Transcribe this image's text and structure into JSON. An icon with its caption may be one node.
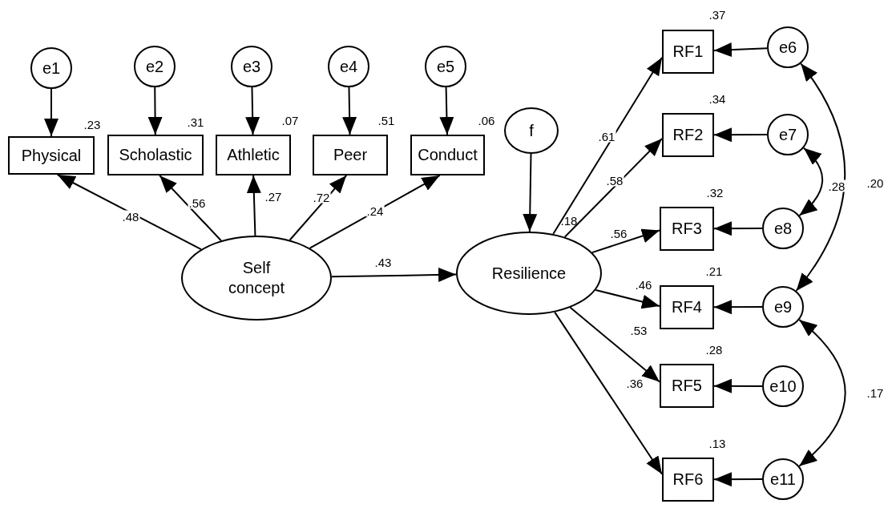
{
  "diagram": {
    "nodes": [
      {
        "text": [
          "e1"
        ]
      },
      {
        "text": [
          "e2"
        ]
      },
      {
        "text": [
          "e3"
        ]
      },
      {
        "text": [
          "e4"
        ]
      },
      {
        "text": [
          "e5"
        ]
      },
      {
        "text": [
          "Physical"
        ],
        "beside": [
          ".23"
        ]
      },
      {
        "text": [
          "Scholastic"
        ],
        "beside": [
          ".31"
        ]
      },
      {
        "text": [
          "Athletic"
        ],
        "beside": [
          ".07"
        ]
      },
      {
        "text": [
          "Peer"
        ],
        "beside": [
          ".51"
        ]
      },
      {
        "text": [
          "Conduct"
        ],
        "beside": [
          ".06"
        ]
      },
      {
        "text": [
          "Self concept"
        ]
      },
      {
        "text": [
          "f"
        ]
      },
      {
        "text": [
          "Resilience"
        ],
        "beside": [
          ".18"
        ]
      },
      {
        "text": [
          "RF1"
        ],
        "beside": [
          ".37"
        ]
      },
      {
        "text": [
          "e6"
        ]
      },
      {
        "text": [
          "RF2"
        ],
        "beside": [
          ".34"
        ]
      },
      {
        "text": [
          "e7"
        ]
      },
      {
        "text": [
          "RF3"
        ],
        "beside": [
          ".32"
        ]
      },
      {
        "text": [
          "e8"
        ]
      },
      {
        "text": [
          "RF4"
        ],
        "beside": [
          ".21"
        ]
      },
      {
        "text": [
          "e9"
        ]
      },
      {
        "text": [
          "RF5"
        ],
        "beside": [
          ".28"
        ]
      },
      {
        "text": [
          "e10"
        ]
      },
      {
        "text": [
          "RF6"
        ],
        "beside": [
          ".13"
        ]
      },
      {
        "text": [
          "e11"
        ]
      }
    ],
    "edges": [
      {
        "from": 0,
        "to": 5,
        "arrow": "to"
      },
      {
        "from": 1,
        "to": 6,
        "arrow": "to"
      },
      {
        "from": 2,
        "to": 7,
        "arrow": "to"
      },
      {
        "from": 3,
        "to": 8,
        "arrow": "to"
      },
      {
        "from": 4,
        "to": 9,
        "arrow": "to"
      },
      {
        "from": 10,
        "to": 5,
        "arrow": "to",
        "label": ".48"
      },
      {
        "from": 10,
        "to": 6,
        "arrow": "to",
        "label": ".56"
      },
      {
        "from": 10,
        "to": 7,
        "arrow": "to",
        "label": ".27"
      },
      {
        "from": 10,
        "to": 8,
        "arrow": "to",
        "label": ".72"
      },
      {
        "from": 10,
        "to": 9,
        "arrow": "to",
        "label": ".24"
      },
      {
        "from": 10,
        "to": 12,
        "arrow": "to",
        "label": ".43"
      },
      {
        "from": 11,
        "to": 12,
        "arrow": "to"
      },
      {
        "from": 12,
        "to": 13,
        "arrow": "to",
        "label": ".61"
      },
      {
        "from": 12,
        "to": 15,
        "arrow": "to",
        "label": ".58"
      },
      {
        "from": 12,
        "to": 17,
        "arrow": "to",
        "label": ".56"
      },
      {
        "from": 12,
        "to": 19,
        "arrow": "to",
        "label": ".46"
      },
      {
        "from": 12,
        "to": 21,
        "arrow": "to",
        "label": ".53"
      },
      {
        "from": 12,
        "to": 23,
        "arrow": "to",
        "label": ".36"
      },
      {
        "from": 14,
        "to": 13,
        "arrow": "to"
      },
      {
        "from": 16,
        "to": 15,
        "arrow": "to"
      },
      {
        "from": 18,
        "to": 17,
        "arrow": "to"
      },
      {
        "from": 20,
        "to": 19,
        "arrow": "to"
      },
      {
        "from": 22,
        "to": 21,
        "arrow": "to"
      },
      {
        "from": 24,
        "to": 23,
        "arrow": "to"
      },
      {
        "from": 14,
        "to": 20,
        "arrow": "both",
        "label": ".20"
      },
      {
        "from": 16,
        "to": 18,
        "arrow": "both",
        "label": ".28"
      },
      {
        "from": 20,
        "to": 24,
        "arrow": "both",
        "label": ".17"
      }
    ]
  }
}
